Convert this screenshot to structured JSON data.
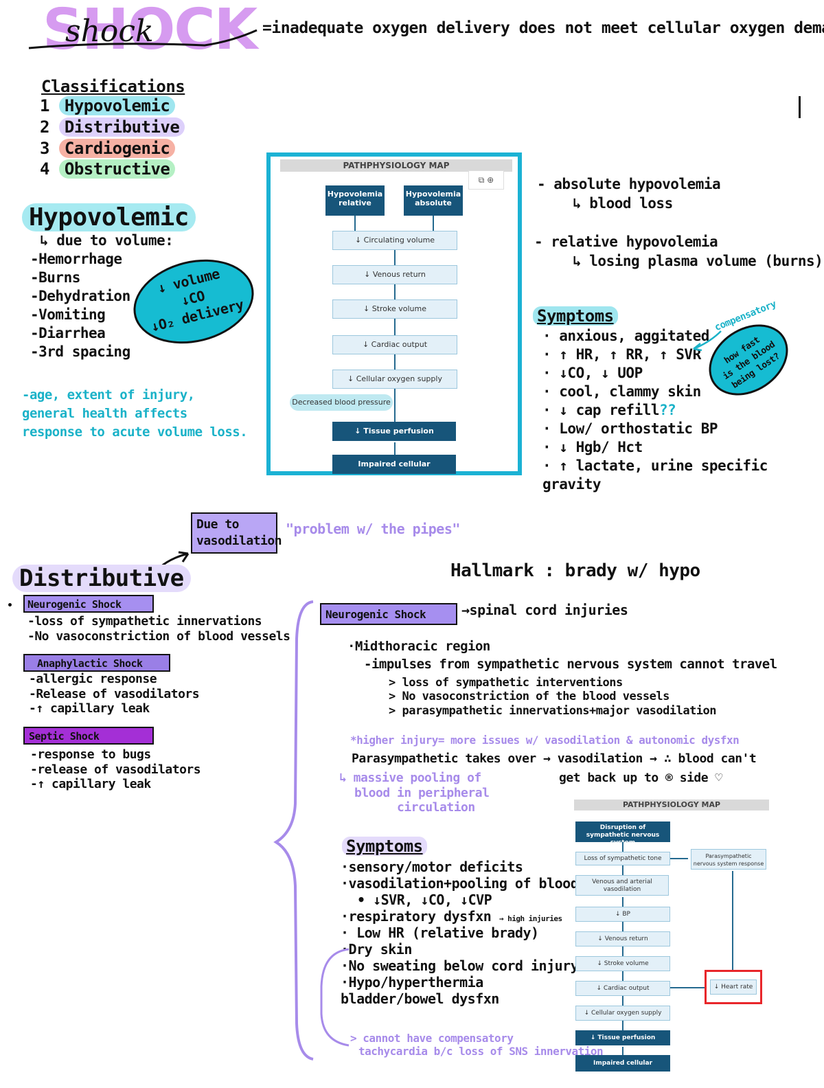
{
  "header": {
    "title_big": "SHOCK",
    "title_script": "shock",
    "definition": "=inadequate oxygen delivery does not meet cellular oxygen demand"
  },
  "classifications": {
    "heading": "Classifications",
    "items": [
      {
        "num": "1",
        "label": "Hypovolemic",
        "color": "#9fe6ef"
      },
      {
        "num": "2",
        "label": "Distributive",
        "color": "#ddd0fb"
      },
      {
        "num": "3",
        "label": "Cardiogenic",
        "color": "#f6b1a4"
      },
      {
        "num": "4",
        "label": "Obstructive",
        "color": "#b5f0c4"
      }
    ]
  },
  "hypovolemic": {
    "heading": "Hypovolemic",
    "due_to": "↳ due to volume:",
    "causes": [
      "-Hemorrhage",
      "-Burns",
      "-Dehydration",
      "-Vomiting",
      "-Diarrhea",
      "-3rd spacing"
    ],
    "bubble": [
      "↓ volume",
      "↓CO",
      "↓O₂ delivery"
    ],
    "note": [
      "-age, extent of injury,",
      "general health affects",
      "response to acute volume loss."
    ],
    "absolute": [
      "- absolute hypovolemia",
      "↳ blood loss"
    ],
    "relative": [
      "- relative hypovolemia",
      "↳ losing plasma volume (burns)"
    ],
    "symptoms_heading": "Symptoms",
    "symptoms": [
      "· anxious, aggitated",
      "· ↑ HR, ↑ RR, ↑ SVR",
      "· ↓CO, ↓ UOP",
      "· cool, clammy skin",
      "· ↓ cap refill",
      "· Low/ orthostatic BP",
      "· ↓ Hgb/ Hct",
      "· ↑ lactate, urine specific gravity"
    ],
    "qmarks": "??",
    "compensatory": "compensatory",
    "bubble2": [
      "how fast",
      "is the blood",
      "being lost?"
    ]
  },
  "map1": {
    "title": "PATHPHYSIOLOGY MAP",
    "top_left": [
      "Hypovolemia",
      "relative"
    ],
    "top_right": [
      "Hypovolemia",
      "absolute"
    ],
    "steps": [
      "↓ Circulating volume",
      "↓ Venous return",
      "↓ Stroke volume",
      "↓ Cardiac output",
      "↓ Cellular oxygen supply"
    ],
    "side": "Decreased blood pressure",
    "tissue": "↓ Tissue perfusion",
    "final": "Impaired cellular metabolism"
  },
  "distributive": {
    "due_box": [
      "Due to",
      "vasodilation"
    ],
    "pipes": "\"problem w/ the pipes\"",
    "heading": "Distributive",
    "neuro_tag": "Neurogenic Shock",
    "neuro_items": [
      "-loss of sympathetic innervations",
      "-No vasoconstriction of blood vessels"
    ],
    "ana_tag": "Anaphylactic Shock",
    "ana_items": [
      "-allergic response",
      "-Release of vasodilators",
      "-↑ capillary leak"
    ],
    "septic_tag": "Septic Shock",
    "septic_items": [
      "-response to bugs",
      "-release of vasodilators",
      "-↑ capillary leak"
    ]
  },
  "neurogenic": {
    "hallmark": "Hallmark : brady w/ hypo",
    "tag": "Neurogenic Shock",
    "spinal": "spinal cord injuries",
    "mid": "·Midthoracic region",
    "impulses": "-impulses from sympathetic nervous system cannot travel",
    "sub": [
      "> loss of sympathetic interventions",
      "> No vasoconstriction of the blood vessels",
      "> parasympathetic innervations+major vasodilation"
    ],
    "higher": "*higher injury= more issues w/ vasodilation & autonomic dysfxn",
    "para1": "Parasympathetic takes over → vasodilation → ∴ blood can't",
    "para2": "get back up to ® side ♡",
    "pool": [
      "↳ massive pooling of",
      "blood in peripheral",
      "circulation"
    ],
    "symptoms_heading": "Symptoms",
    "symptoms": [
      "·sensory/motor deficits",
      "·vasodilation+pooling of blood:",
      "  • ↓SVR, ↓CO, ↓CVP",
      "·respiratory dysfxn",
      "· Low HR (relative brady)",
      "·Dry skin",
      "·No sweating below cord injury",
      "·Hypo/hyperthermia",
      " bladder/bowel dysfxn"
    ],
    "resp_note": "→ high injuries",
    "bottom_note": [
      "> cannot have compensatory",
      "tachycardia b/c loss of SNS innervation"
    ]
  },
  "map2": {
    "title": "PATHPHYSIOLOGY MAP",
    "top": [
      "Disruption of",
      "sympathetic nervous system"
    ],
    "steps": [
      "Loss of sympathetic tone",
      "Venous and arterial vasodilation",
      "↓ BP",
      "↓ Venous return",
      "↓ Stroke volume",
      "↓ Cardiac output",
      "↓ Cellular oxygen supply"
    ],
    "para": [
      "Parasympathetic",
      "nervous system response"
    ],
    "hr": "↓ Heart rate",
    "tissue": "↓ Tissue perfusion",
    "final": "Impaired cellular metabolism"
  }
}
